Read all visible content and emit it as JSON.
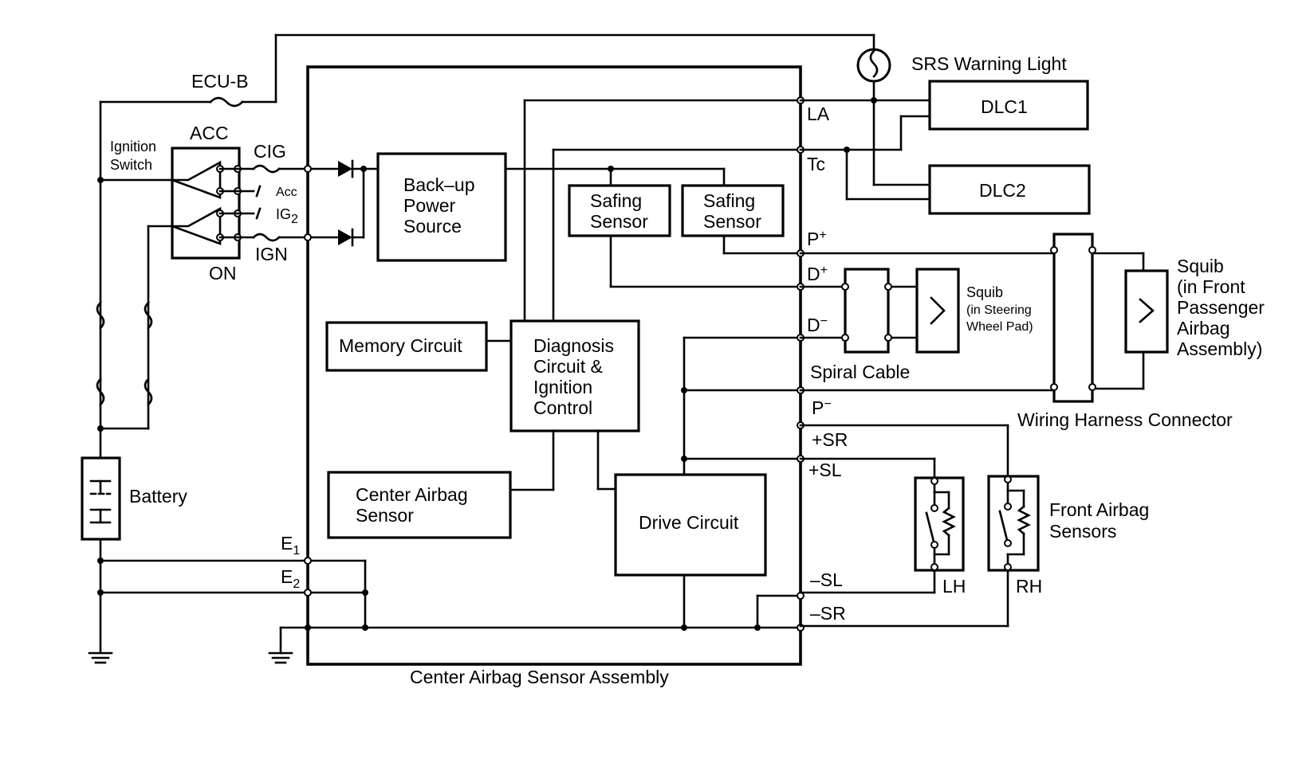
{
  "labels": {
    "ecu_b": "ECU-B",
    "ignition_switch_1": "Ignition",
    "ignition_switch_2": "Switch",
    "acc_upper": "ACC",
    "cig": "CIG",
    "acc_lower": "Acc",
    "ig2": "IG",
    "ig2_sub": "2",
    "ign": "IGN",
    "on": "ON",
    "battery": "Battery",
    "e1": "E",
    "e1_sub": "1",
    "e2": "E",
    "e2_sub": "2",
    "srs_warning_light": "SRS Warning Light",
    "dlc1": "DLC1",
    "dlc2": "DLC2",
    "la": "LA",
    "tc": "Tc",
    "p_plus": "P",
    "p_plus_sup": "+",
    "d_plus": "D",
    "d_plus_sup": "+",
    "d_minus": "D",
    "d_minus_sup": "−",
    "p_minus": "P",
    "p_minus_sup": "−",
    "plus_sr": "+SR",
    "plus_sl": "+SL",
    "minus_sl": "–SL",
    "minus_sr": "–SR",
    "backup_1": "Back–up",
    "backup_2": "Power",
    "backup_3": "Source",
    "safing_a_1": "Safing",
    "safing_a_2": "Sensor",
    "safing_b_1": "Safing",
    "safing_b_2": "Sensor",
    "memory_circuit": "Memory Circuit",
    "diag_1": "Diagnosis",
    "diag_2": "Circuit &",
    "diag_3": "Ignition",
    "diag_4": "Control",
    "center_sensor_1": "Center Airbag",
    "center_sensor_2": "Sensor",
    "drive_circuit": "Drive Circuit",
    "squib_steer_1": "Squib",
    "squib_steer_2": "(in Steering",
    "squib_steer_3": "Wheel Pad)",
    "spiral_cable": "Spiral Cable",
    "squib_pass_1": "Squib",
    "squib_pass_2": "(in Front",
    "squib_pass_3": "Passenger",
    "squib_pass_4": "Airbag",
    "squib_pass_5": "Assembly)",
    "wiring_harness": "Wiring Harness Connector",
    "lh": "LH",
    "rh": "RH",
    "front_sensors_1": "Front Airbag",
    "front_sensors_2": "Sensors",
    "assembly": "Center Airbag Sensor Assembly"
  }
}
